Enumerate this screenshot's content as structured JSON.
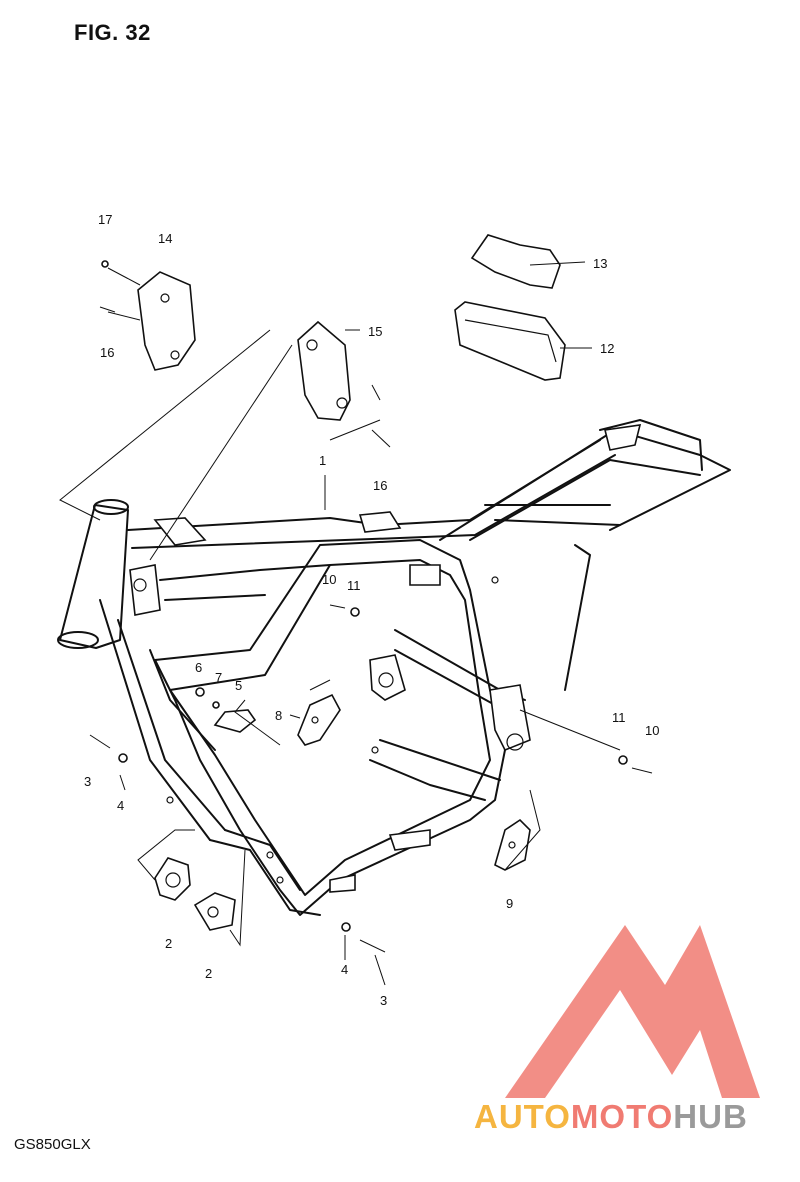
{
  "header": {
    "fig_title": "FIG. 32"
  },
  "footer": {
    "model_code": "GS850GLX"
  },
  "watermark": {
    "part1": "AUTO",
    "part2": "MOTO",
    "part3": "HUB",
    "colors": {
      "orange": "#f5b540",
      "red": "#f07b72",
      "grey": "#9a9a9a"
    }
  },
  "callouts": {
    "c1": "1",
    "c2": "2",
    "c2b": "2",
    "c3a": "3",
    "c3b": "3",
    "c4a": "4",
    "c4b": "4",
    "c5": "5",
    "c6": "6",
    "c7": "7",
    "c8": "8",
    "c9": "9",
    "c10a": "10",
    "c10b": "10",
    "c11a": "11",
    "c11b": "11",
    "c12": "12",
    "c13": "13",
    "c14": "14",
    "c15": "15",
    "c16a": "16",
    "c16b": "16",
    "c17": "17"
  }
}
